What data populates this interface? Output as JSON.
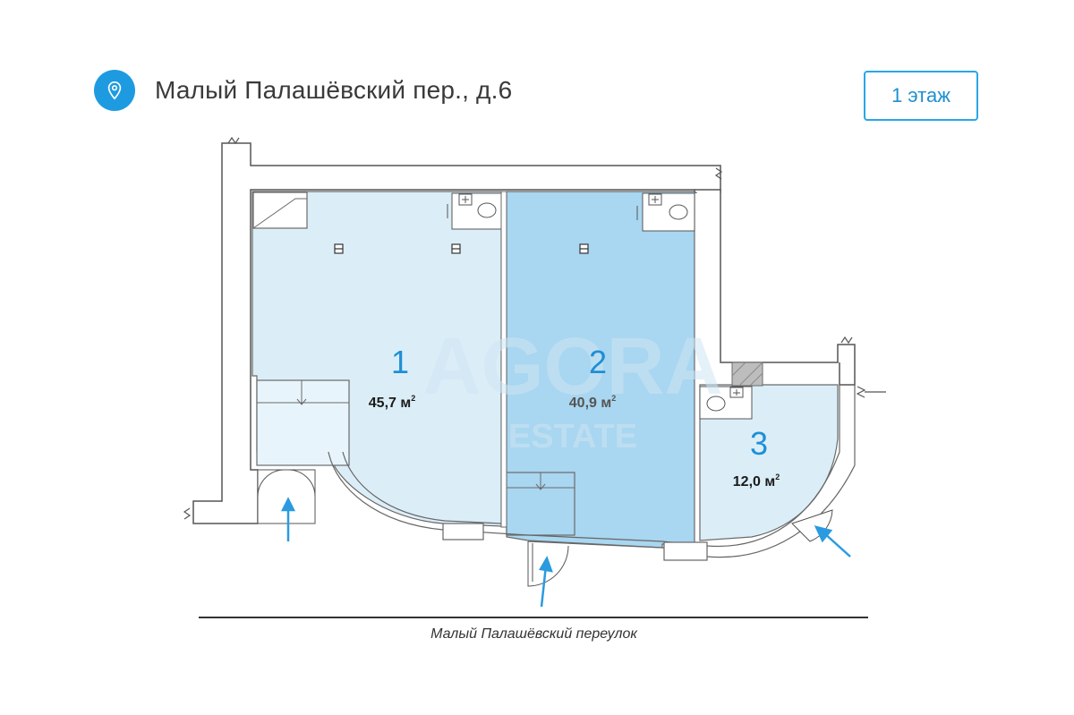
{
  "header": {
    "address": "Малый Палашёвский пер., д.6",
    "location_icon": "location-pin-icon",
    "floor_badge": "1 этаж"
  },
  "watermark": {
    "brand": "AGORA",
    "sub": "ESTATE"
  },
  "rooms": [
    {
      "number": "1",
      "area": "45,7 м",
      "unit_sup": "2"
    },
    {
      "number": "2",
      "area": "40,9 м",
      "unit_sup": "2"
    },
    {
      "number": "3",
      "area": "12,0 м",
      "unit_sup": "2"
    }
  ],
  "street": {
    "label": "Малый Палашёвский переулок"
  },
  "colors": {
    "accent": "#1e9be0",
    "room_light": "#dbeef8",
    "room_dark": "#a9d6f0",
    "arrow": "#2a9be0"
  }
}
